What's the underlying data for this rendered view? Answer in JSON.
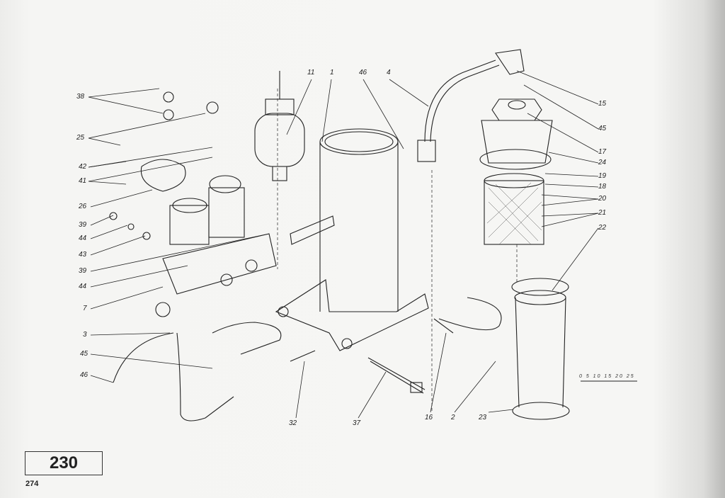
{
  "figure_number": "230",
  "page_number": "274",
  "scale_label": "0 5 10 15 20 25",
  "callouts": {
    "left": [
      "38",
      "25",
      "42",
      "41",
      "26",
      "39",
      "44",
      "43",
      "39",
      "44",
      "7",
      "3",
      "45",
      "46"
    ],
    "top": [
      "11",
      "1",
      "46",
      "4"
    ],
    "right": [
      "15",
      "45",
      "17",
      "24",
      "19",
      "18",
      "20",
      "21",
      "22"
    ],
    "bottom": [
      "32",
      "37",
      "16",
      "2",
      "23"
    ]
  }
}
